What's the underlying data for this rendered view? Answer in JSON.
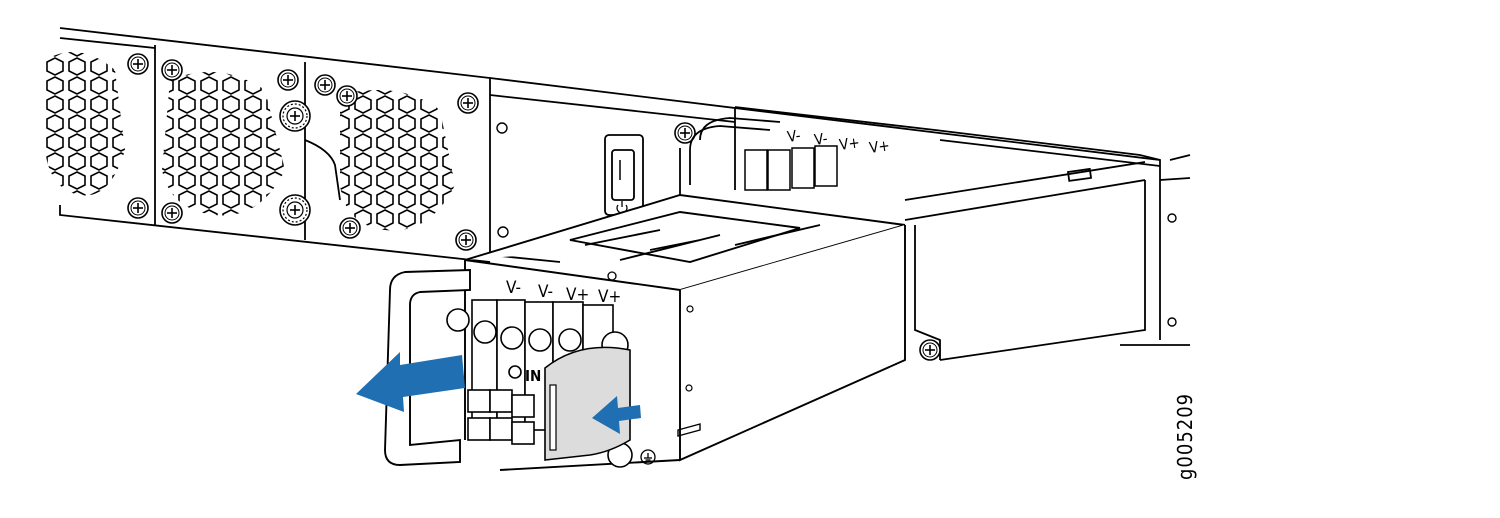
{
  "figure_id": "g005209",
  "front_psu": {
    "terminal_labels": [
      "V-",
      "V-",
      "V+",
      "V+"
    ],
    "input_label": "IN"
  },
  "rear_psu": {
    "terminal_labels": [
      "V-",
      "V-",
      "V+",
      "V+"
    ]
  },
  "colors": {
    "arrow": "#1f6fb2",
    "cover": "#dcdcdc",
    "line": "#000000"
  },
  "icons": [
    "pull-arrow-icon",
    "push-arrow-icon",
    "power-symbol-icon",
    "ground-symbol-icon",
    "fan-screw-icon"
  ]
}
